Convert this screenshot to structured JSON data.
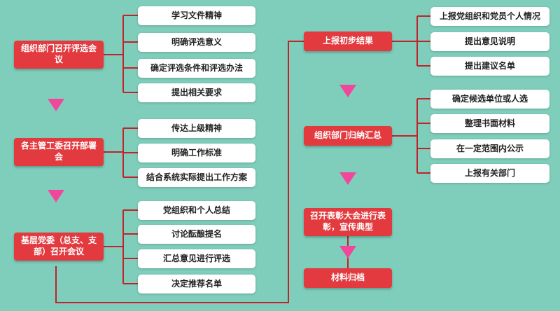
{
  "colors": {
    "background": "#7fcdbb",
    "stage_fill": "#e23a3f",
    "step_fill": "#ffffff",
    "arrow": "#f0479b",
    "connector": "#c2232a"
  },
  "stages": [
    {
      "label": "组织部门召开评选会议",
      "steps": [
        "学习文件精神",
        "明确评选意义",
        "确定评选条件和评选办法",
        "提出相关要求"
      ]
    },
    {
      "label": "各主管工委召开部署会",
      "steps": [
        "传达上级精神",
        "明确工作标准",
        "结合系统实际提出工作方案"
      ]
    },
    {
      "label": "基层党委（总支、支部）召开会议",
      "steps": [
        "党组织和个人总结",
        "讨论酝酿提名",
        "汇总意见进行评选",
        "决定推荐名单"
      ]
    },
    {
      "label": "上报初步结果",
      "steps": [
        "上报党组织和党员个人情况",
        "提出意见说明",
        "提出建议名单"
      ]
    },
    {
      "label": "组织部门归纳汇总",
      "steps": [
        "确定候选单位或人选",
        "整理书面材料",
        "在一定范围内公示",
        "上报有关部门"
      ]
    },
    {
      "label": "召开表彰大会进行表彰，宣传典型",
      "steps": []
    },
    {
      "label": "材料归档",
      "steps": []
    }
  ]
}
